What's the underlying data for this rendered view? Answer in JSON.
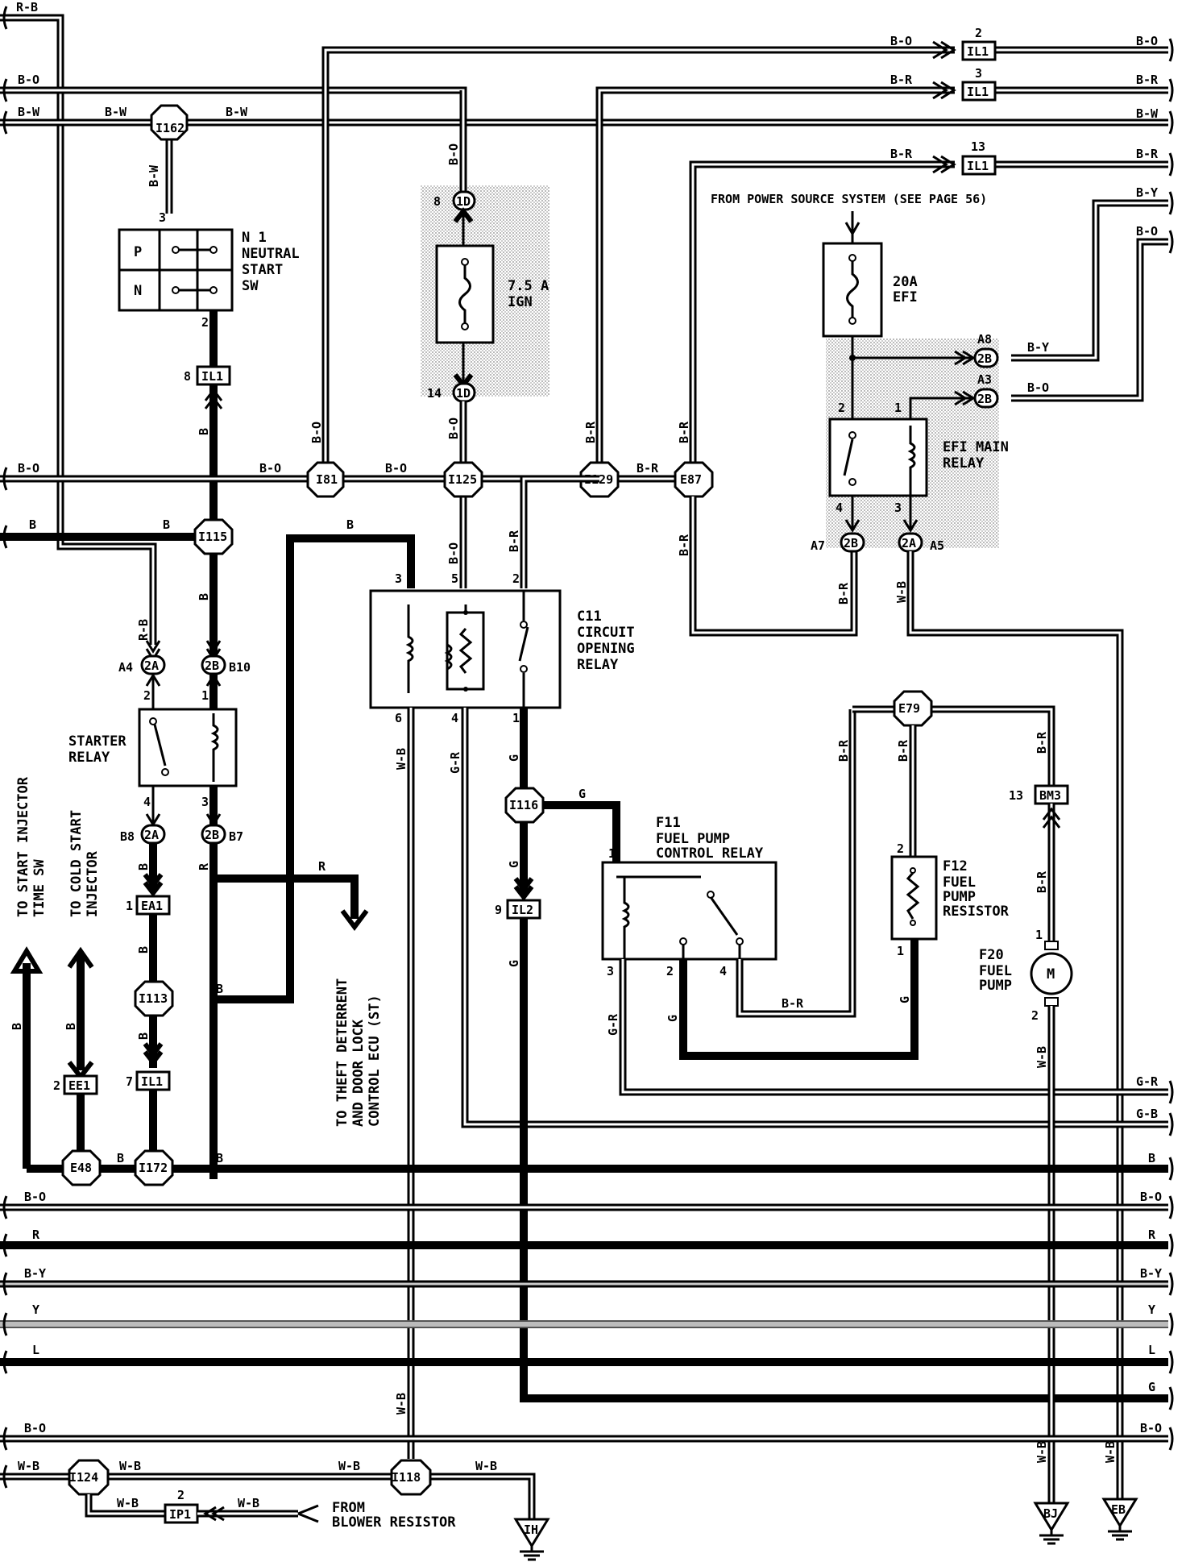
{
  "wires": {
    "r_b": "R-B",
    "b_o": "B-O",
    "b_w": "B-W",
    "b_r": "B-R",
    "b_y": "B-Y",
    "b": "B",
    "r": "R",
    "y": "Y",
    "l": "L",
    "g": "G",
    "g_r": "G-R",
    "g_b": "G-B",
    "w_b": "W-B"
  },
  "splices": {
    "i162": "I162",
    "i81": "I81",
    "i125": "I125",
    "i129": "I129",
    "e87": "E87",
    "i115": "I115",
    "i116": "I116",
    "e79": "E79",
    "i113": "I113",
    "e48": "E48",
    "i172": "I172",
    "i124": "I124",
    "i118": "I118"
  },
  "connectors": {
    "il1": "IL1",
    "il2": "IL2",
    "ea1": "EA1",
    "ee1": "EE1",
    "ip1": "IP1",
    "bm3": "BM3",
    "c1d": "1D",
    "c2a": "2A",
    "c2b": "2B"
  },
  "pins": {
    "p2": "2",
    "p3": "3",
    "p13": "13",
    "p8": "8",
    "p14": "14",
    "p1": "1",
    "p4": "4",
    "p5": "5",
    "p6": "6",
    "p7": "7",
    "p9": "9",
    "a8": "A8",
    "a3": "A3",
    "a7": "A7",
    "a5": "A5",
    "a4": "A4",
    "b10": "B10",
    "b8": "B8",
    "b7": "B7"
  },
  "components": {
    "n1_id": "N 1",
    "n1_l1": "NEUTRAL",
    "n1_l2": "START",
    "n1_l3": "SW",
    "n1_p": "P",
    "n1_n": "N",
    "fuse_ign_a": "7.5 A",
    "fuse_ign_b": "IGN",
    "fuse_efi_a": "20A",
    "fuse_efi_b": "EFI",
    "efi_relay_a": "EFI MAIN",
    "efi_relay_b": "RELAY",
    "c11_id": "C11",
    "c11_l1": "CIRCUIT",
    "c11_l2": "OPENING",
    "c11_l3": "RELAY",
    "starter_a": "STARTER",
    "starter_b": "RELAY",
    "f11_id": "F11",
    "f11_l1": "FUEL PUMP",
    "f11_l2": "CONTROL RELAY",
    "f12_id": "F12",
    "f12_l1": "FUEL",
    "f12_l2": "PUMP",
    "f12_l3": "RESISTOR",
    "f20_id": "F20",
    "f20_l1": "FUEL",
    "f20_l2": "PUMP",
    "motor": "M"
  },
  "notes": {
    "power_source": "FROM POWER SOURCE SYSTEM (SEE PAGE 56)",
    "start_inj_a": "TO START INJECTOR",
    "start_inj_b": "TIME SW",
    "cold_inj_a": "TO COLD START",
    "cold_inj_b": "INJECTOR",
    "theft_a": "TO THEFT DETERRENT",
    "theft_b": "AND DOOR LOCK",
    "theft_c": "CONTROL ECU (ST)",
    "blower_a": "FROM",
    "blower_b": "BLOWER RESISTOR"
  },
  "grounds": {
    "ih": "IH",
    "bj": "BJ",
    "eb": "EB"
  }
}
